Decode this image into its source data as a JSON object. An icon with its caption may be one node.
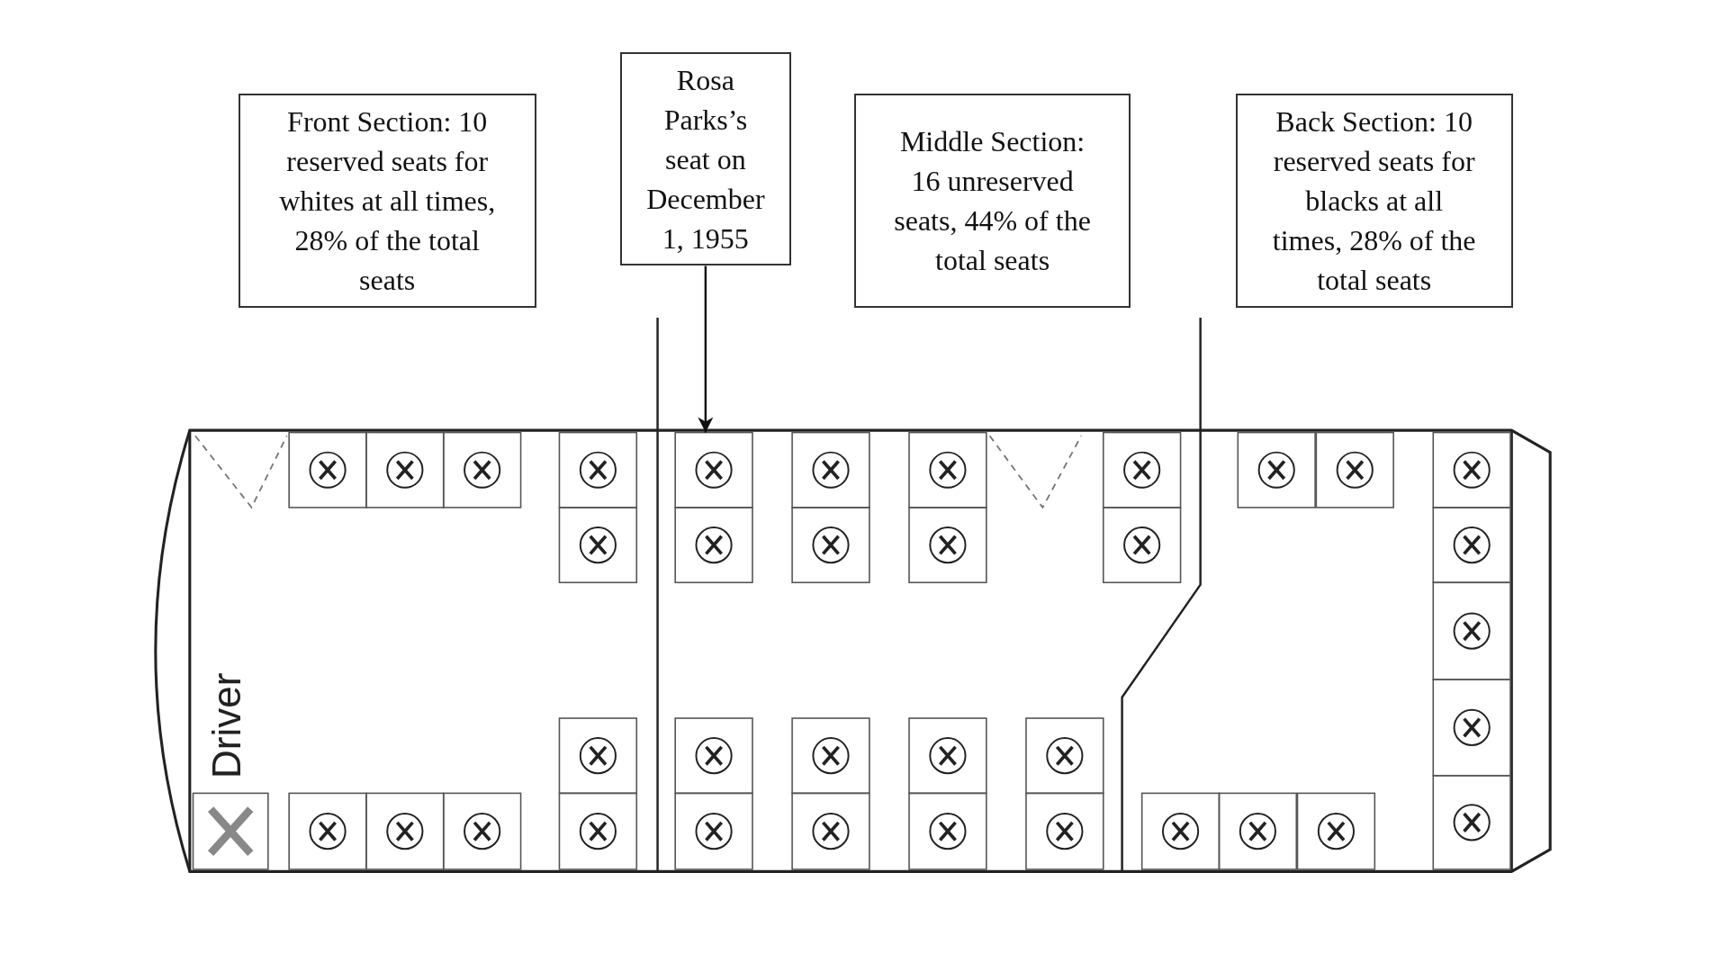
{
  "diagram": {
    "nodes": [
      {
        "text": [
          "Front Section: 10 reserved seats for whites at all times, 28% of the total seats"
        ]
      },
      {
        "text": [
          "Rosa Parks’s seat on December 1, 1955"
        ]
      },
      {
        "text": [
          "Middle Section: 16 unreserved seats, 44% of the total seats"
        ]
      },
      {
        "text": [
          "Back Section: 10 reserved seats for blacks at all times, 28% of the total seats"
        ]
      },
      {
        "text": [],
        "shape": "box"
      },
      {
        "text": [],
        "shape": "box"
      },
      {
        "text": [],
        "shape": "box"
      },
      {
        "text": [],
        "shape": "box"
      },
      {
        "text": [],
        "shape": "box"
      },
      {
        "text": [],
        "shape": "box"
      },
      {
        "text": [],
        "shape": "box"
      },
      {
        "text": [],
        "shape": "box"
      },
      {
        "text": [],
        "shape": "box"
      },
      {
        "text": [],
        "shape": "box"
      },
      {
        "text": [],
        "shape": "box"
      },
      {
        "text": [],
        "shape": "box"
      },
      {
        "text": [],
        "shape": "box"
      },
      {
        "text": [],
        "shape": "box"
      },
      {
        "text": [],
        "shape": "box"
      },
      {
        "text": [],
        "shape": "box"
      },
      {
        "text": [],
        "shape": "box"
      },
      {
        "text": [],
        "shape": "box"
      },
      {
        "text": [],
        "shape": "box"
      },
      {
        "text": [],
        "shape": "box"
      },
      {
        "text": [],
        "shape": "box"
      },
      {
        "text": [],
        "shape": "box"
      },
      {
        "text": [],
        "shape": "box"
      },
      {
        "text": [],
        "shape": "box"
      },
      {
        "text": [],
        "shape": "box"
      },
      {
        "text": [],
        "shape": "box"
      },
      {
        "text": [],
        "shape": "box"
      },
      {
        "text": [],
        "shape": "box"
      },
      {
        "text": [],
        "shape": "box"
      },
      {
        "text": [],
        "shape": "box"
      },
      {
        "text": [],
        "shape": "box"
      },
      {
        "text": [],
        "shape": "box"
      },
      {
        "text": [],
        "shape": "box"
      },
      {
        "text": [],
        "shape": "box"
      },
      {
        "text": [],
        "shape": "box"
      },
      {
        "text": [],
        "shape": "box"
      },
      {
        "text": [],
        "shape": "box"
      }
    ],
    "edges": [
      {
        "from": 1,
        "to": 8,
        "arrow": "to"
      }
    ],
    "labels": [
      "Driver"
    ]
  }
}
